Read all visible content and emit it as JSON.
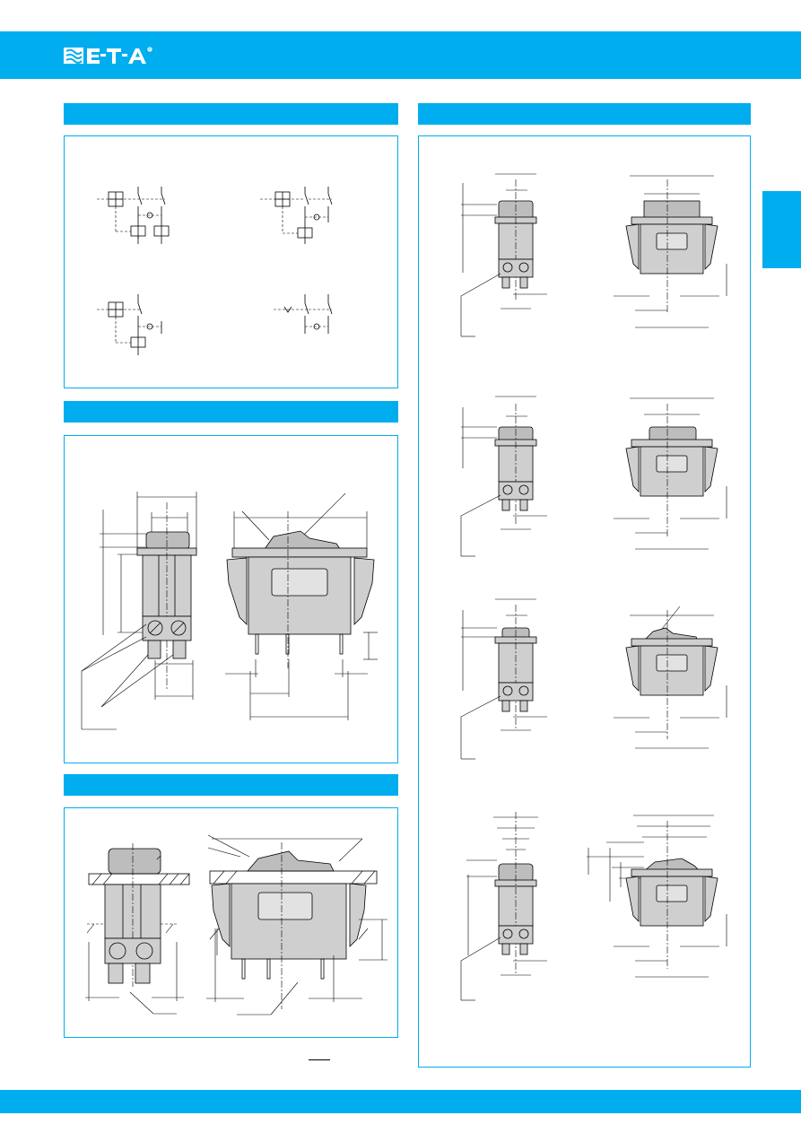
{
  "brand": {
    "logo_text": "E-T-A",
    "registered_mark": "®",
    "accent_color": "#00adef"
  },
  "sections": [
    {
      "id": "schematics",
      "title": ""
    },
    {
      "id": "dimensions",
      "title": ""
    },
    {
      "id": "mounting",
      "title": ""
    },
    {
      "id": "versions",
      "title": ""
    }
  ],
  "icons": {
    "schematic": "circuit-schematic-icon",
    "drawing": "technical-drawing-icon"
  }
}
